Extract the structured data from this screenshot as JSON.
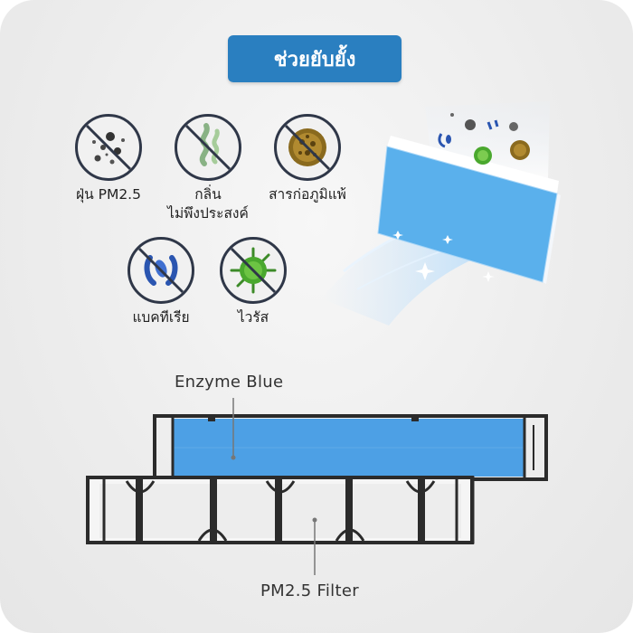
{
  "title": "ช่วยยับยั้ง",
  "icons": [
    {
      "name": "dust-pm25",
      "label": "ฝุ่น PM2.5"
    },
    {
      "name": "odor",
      "label": "กลิ่น",
      "label2": "ไม่พึงประสงค์"
    },
    {
      "name": "allergen",
      "label": "สารก่อภูมิแพ้"
    },
    {
      "name": "bacteria",
      "label": "แบคทีเรีย"
    },
    {
      "name": "virus",
      "label": "ไวรัส"
    }
  ],
  "callouts": {
    "enzyme": "Enzyme Blue",
    "pm25": "PM2.5 Filter"
  },
  "colors": {
    "badge": "#2a7fc0",
    "icon_ring": "#2f3748",
    "enzyme_blue": "#4a9fe0",
    "frame": "#2b2b2b"
  }
}
